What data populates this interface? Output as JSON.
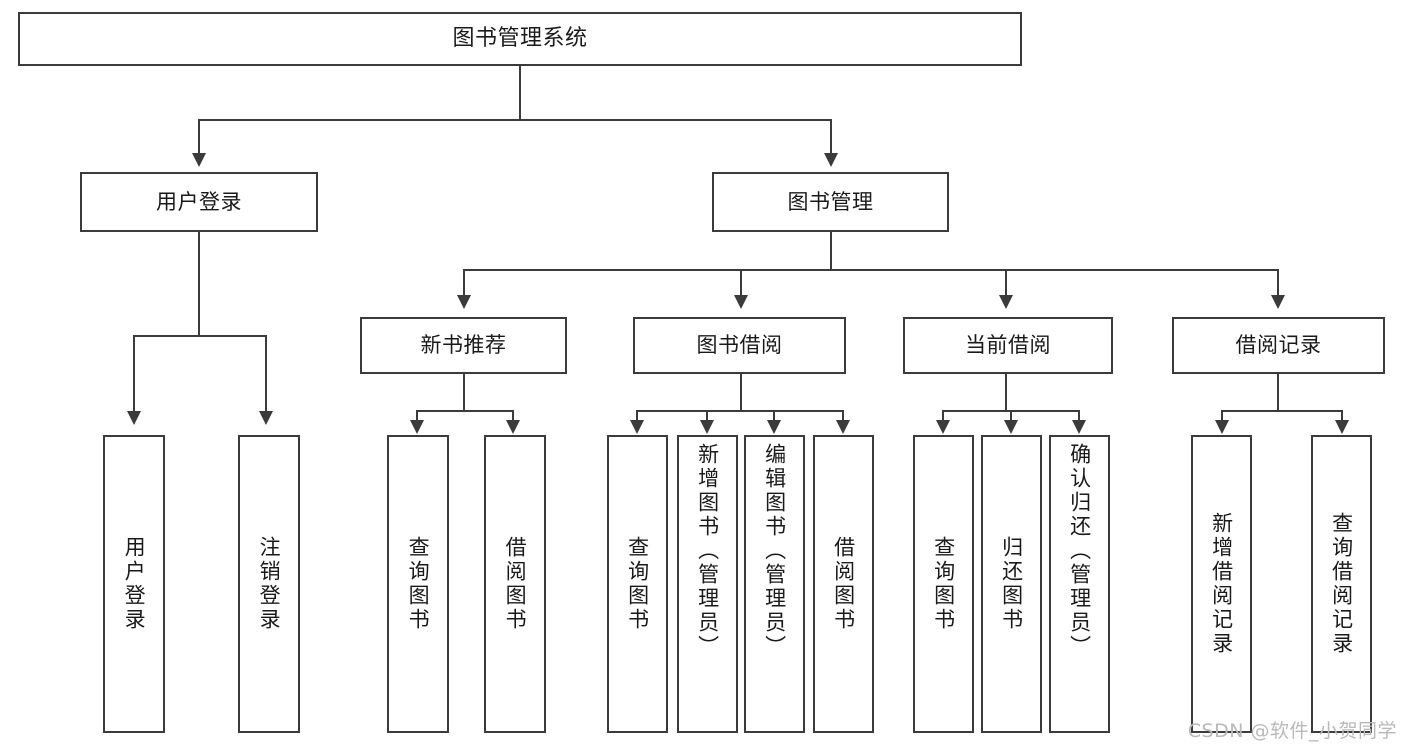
{
  "diagram": {
    "type": "tree-hierarchy",
    "title": "图书管理系统",
    "root": {
      "id": "root",
      "label": "图书管理系统"
    },
    "level1": [
      {
        "id": "user-login",
        "label": "用户登录"
      },
      {
        "id": "book-manage",
        "label": "图书管理"
      }
    ],
    "level2": [
      {
        "id": "new-book-rec",
        "label": "新书推荐",
        "parent": "book-manage"
      },
      {
        "id": "book-borrow",
        "label": "图书借阅",
        "parent": "book-manage"
      },
      {
        "id": "current-borrow",
        "label": "当前借阅",
        "parent": "book-manage"
      },
      {
        "id": "borrow-record",
        "label": "借阅记录",
        "parent": "book-manage"
      }
    ],
    "leaves": {
      "user_login": [
        {
          "id": "leaf-user-login",
          "label": "用户登录"
        },
        {
          "id": "leaf-user-logout",
          "label": "注销登录"
        }
      ],
      "new_book_rec": [
        {
          "id": "leaf-query-book-1",
          "label": "查询图书"
        },
        {
          "id": "leaf-borrow-book-1",
          "label": "借阅图书"
        }
      ],
      "book_borrow": [
        {
          "id": "leaf-query-book-2",
          "label": "查询图书"
        },
        {
          "id": "leaf-add-book",
          "label": "新增图书（管理员）"
        },
        {
          "id": "leaf-edit-book",
          "label": "编辑图书（管理员）"
        },
        {
          "id": "leaf-borrow-book-2",
          "label": "借阅图书"
        }
      ],
      "current_borrow": [
        {
          "id": "leaf-query-book-3",
          "label": "查询图书"
        },
        {
          "id": "leaf-return-book",
          "label": "归还图书"
        },
        {
          "id": "leaf-confirm-return",
          "label": "确认归还（管理员）"
        }
      ],
      "borrow_record": [
        {
          "id": "leaf-add-record",
          "label": "新增借阅记录"
        },
        {
          "id": "leaf-query-record",
          "label": "查询借阅记录"
        }
      ]
    }
  },
  "watermark": {
    "text": "CSDN @软件_小贺同学"
  },
  "colors": {
    "stroke": "#3b3b3b",
    "text": "#1a1a1a",
    "background": "#ffffff",
    "watermark": "#b9b9b9"
  }
}
